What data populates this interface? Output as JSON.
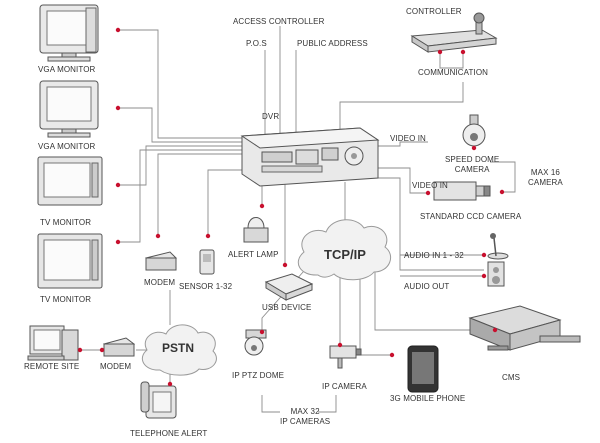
{
  "colors": {
    "line": "#8c8c8c",
    "dot": "#c8102e",
    "device_fill": "#e6e6e6",
    "device_stroke": "#555555",
    "cloud_fill": "#f2f2f2"
  },
  "labels": {
    "vga_monitor_1": "VGA MONITOR",
    "vga_monitor_2": "VGA MONITOR",
    "tv_monitor_1": "TV MONITOR",
    "tv_monitor_2": "TV MONITOR",
    "access_controller": "ACCESS CONTROLLER",
    "pos": "P.O.S",
    "public_address": "PUBLIC ADDRESS",
    "dvr": "DVR",
    "controller": "CONTROLLER",
    "communication": "COMMUNICATION",
    "video_in_1": "VIDEO IN",
    "speed_dome_camera": "SPEED DOME\nCAMERA",
    "max_16_camera": "MAX 16\nCAMERA",
    "video_in_2": "VIDEO IN",
    "standard_ccd_camera": "STANDARD CCD CAMERA",
    "audio_in": "AUDIO IN 1 - 32",
    "audio_out": "AUDIO OUT",
    "alert_lamp": "ALERT LAMP",
    "modem_1": "MODEM",
    "sensor": "SENSOR 1-32",
    "usb_device": "USB DEVICE",
    "remote_site": "REMOTE SITE",
    "modem_2": "MODEM",
    "ip_ptz_dome": "IP PTZ DOME",
    "ip_camera": "IP CAMERA",
    "mobile_phone": "3G MOBILE PHONE",
    "cms": "CMS",
    "max_32_ip_cameras": "MAX 32\nIP CAMERAS",
    "telephone_alert": "TELEPHONE ALERT",
    "tcpip": "TCP/IP",
    "pstn": "PSTN"
  }
}
